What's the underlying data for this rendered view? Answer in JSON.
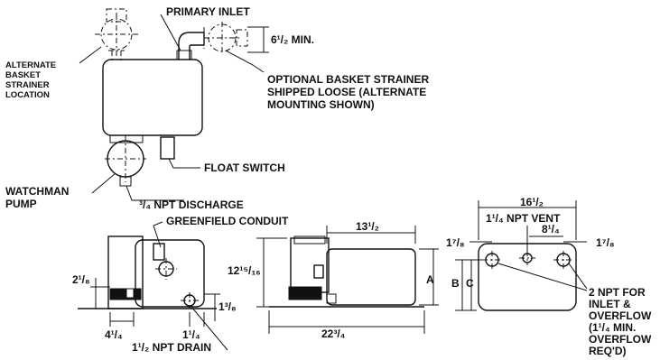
{
  "labels": {
    "primary_inlet": "PRIMARY INLET",
    "min_height": "6¹/₂ MIN.",
    "alternate_strainer": [
      "ALTERNATE",
      "BASKET",
      "STRAINER",
      "LOCATION"
    ],
    "optional_strainer": [
      "OPTIONAL BASKET STRAINER",
      "SHIPPED LOOSE (ALTERNATE",
      "MOUNTING SHOWN)"
    ],
    "float_switch": "FLOAT SWITCH",
    "watchman_pump": [
      "WATCHMAN",
      "PUMP"
    ],
    "discharge": "³/₄ NPT DISCHARGE",
    "greenfield": "GREENFIELD CONDUIT",
    "vent": "1¹/₄ NPT VENT",
    "inlet_overflow": [
      "2 NPT FOR",
      "INLET &",
      "OVERFLOW",
      "(1¹/₄ MIN.",
      "OVERFLOW",
      "REQ'D)"
    ],
    "drain": "1¹/₂ NPT DRAIN"
  },
  "dimensions": {
    "left_2_1_8": "2¹/₈",
    "left_4_1_4": "4¹/₄",
    "left_1_1_4": "1¹/₄",
    "left_1_3_8": "1³/₈",
    "center_13_1_2": "13¹/₂",
    "center_12_15_16": "12¹⁵/₁₆",
    "center_22_3_4": "22³/₄",
    "center_a": "A",
    "right_16_1_2": "16¹/₂",
    "right_1_7_8_left": "1⁷/₈",
    "right_8_1_4": "8¹/₄",
    "right_1_7_8_right": "1⁷/₈",
    "right_b": "B",
    "right_c": "C"
  }
}
